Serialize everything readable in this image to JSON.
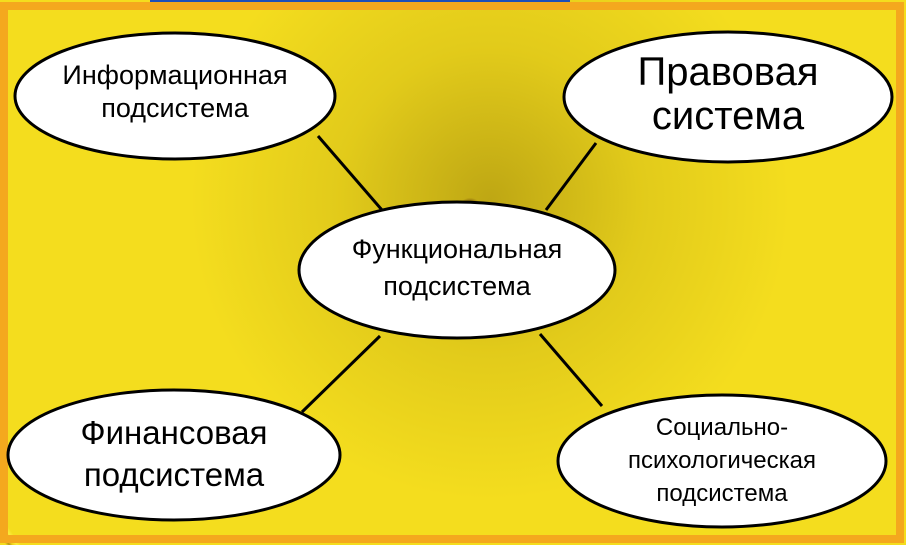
{
  "colors": {
    "background": "#f2dc1c",
    "ring_dark": "#9a7d10",
    "border": "#f4a81e",
    "top_accent": "#1f4fb8",
    "node_fill": "#ffffff",
    "node_stroke": "#000000",
    "connector": "#000000"
  },
  "nodes": {
    "center": {
      "line1": "Функциональная",
      "line2": "подсистема"
    },
    "top_left": {
      "line1": "Информационная",
      "line2": "подсистема"
    },
    "top_right": {
      "line1": "Правовая",
      "line2": "система"
    },
    "bottom_left": {
      "line1": "Финансовая",
      "line2": "подсистема"
    },
    "bottom_right": {
      "line1": "Социально-",
      "line2": "психологическая",
      "line3": "подсистема"
    }
  }
}
